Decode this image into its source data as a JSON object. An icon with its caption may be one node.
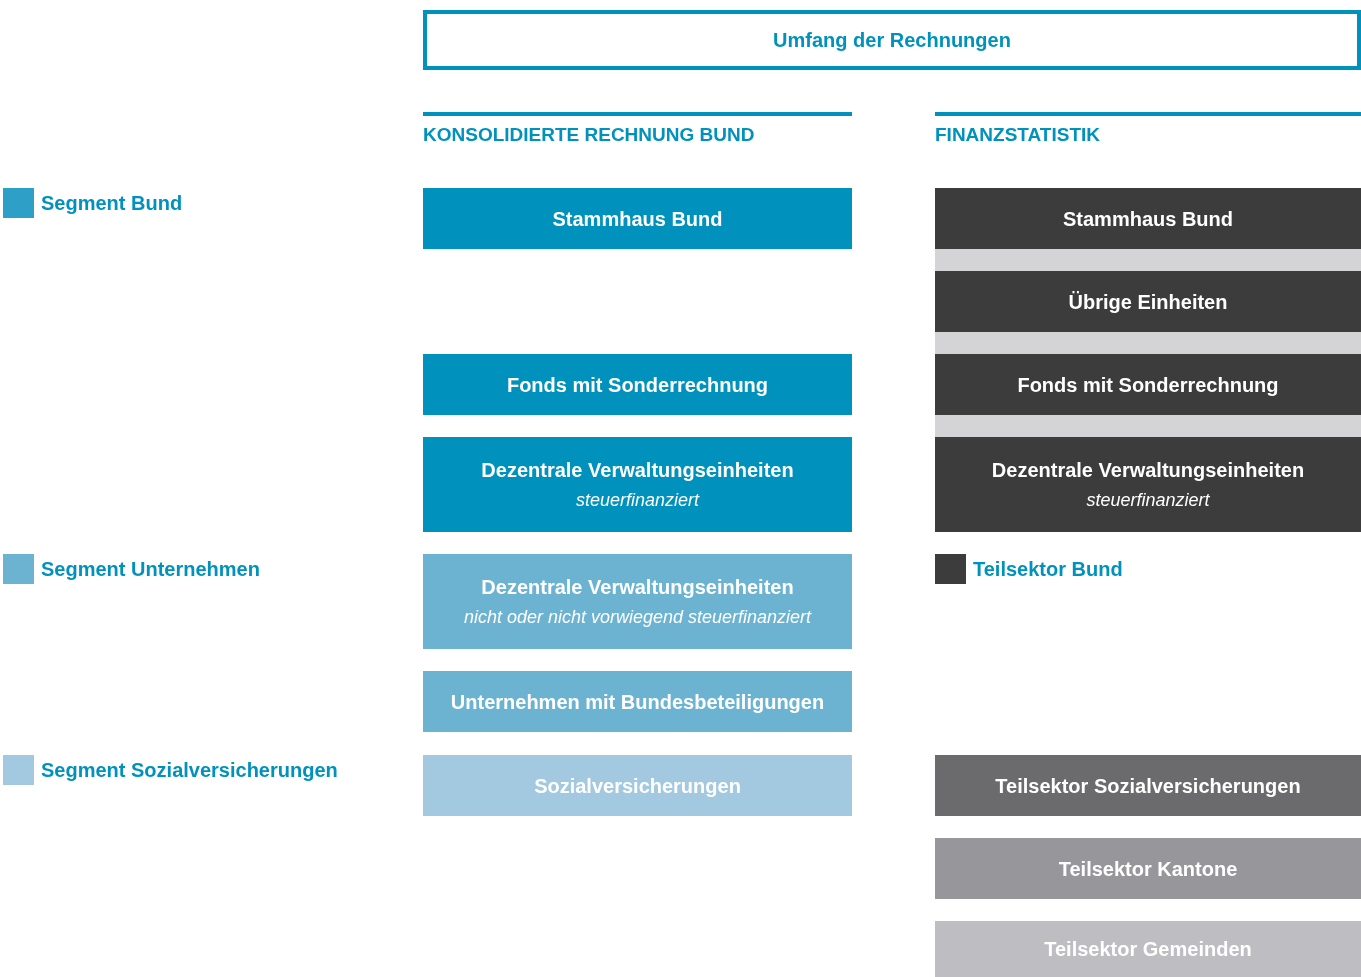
{
  "diagram": {
    "nodes": [
      {
        "text": [
          "Umfang der Rechnungen"
        ]
      },
      {
        "text": [
          "Stammhaus Bund"
        ]
      },
      {
        "text": [
          "Fonds mit Sonderrechnung"
        ]
      },
      {
        "text": [
          "Dezentrale Verwaltungseinheiten",
          "steuerfinanziert"
        ]
      },
      {
        "text": [
          "Dezentrale Verwaltungseinheiten",
          "nicht oder nicht vorwiegend steuerfinanziert"
        ]
      },
      {
        "text": [
          "Unternehmen mit Bundesbeteiligungen"
        ]
      },
      {
        "text": [
          "Sozialversicherungen"
        ]
      },
      {
        "text": [
          "Stammhaus Bund"
        ]
      },
      {
        "text": [
          "Übrige Einheiten"
        ]
      },
      {
        "text": [
          "Fonds mit Sonderrechnung"
        ]
      },
      {
        "text": [
          "Dezentrale Verwaltungseinheiten",
          "steuerfinanziert"
        ]
      },
      {
        "text": [
          "Teilsektor Sozialversicherungen"
        ]
      },
      {
        "text": [
          "Teilsektor Kantone"
        ]
      },
      {
        "text": [
          "Teilsektor Gemeinden"
        ]
      }
    ],
    "edges": [],
    "labels": [
      "KONSOLIDIERTE RECHNUNG BUND",
      "FINANZSTATISTIK"
    ],
    "legend": [
      {
        "text": "Segment Bund",
        "color": "#2ea0c8"
      },
      {
        "text": "Segment Unternehmen",
        "color": "#6cb3d1"
      },
      {
        "text": "Segment Sozialversicherungen",
        "color": "#a2c9e0"
      },
      {
        "text": "Teilsektor Bund",
        "color": "#3c3c3c"
      }
    ]
  }
}
